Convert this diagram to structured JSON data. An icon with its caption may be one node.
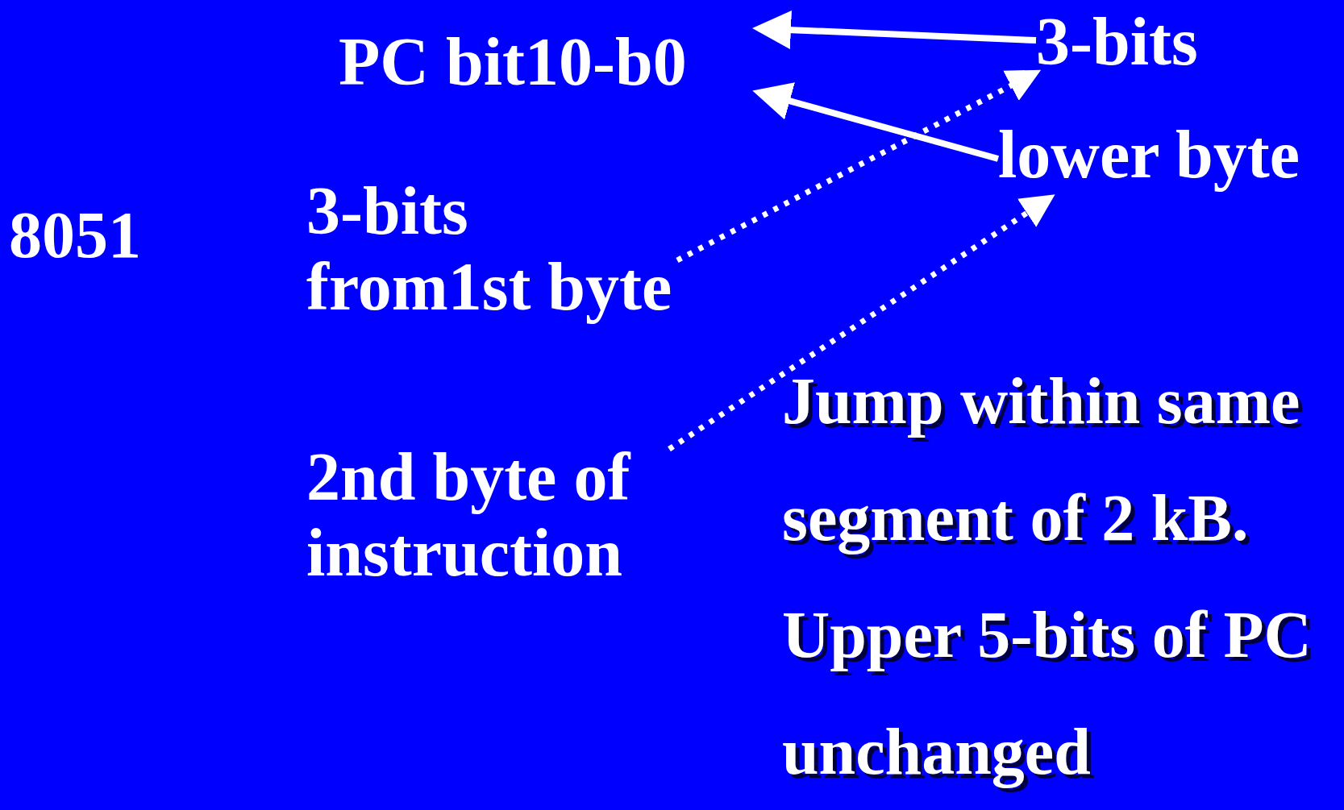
{
  "diagram": {
    "nodes": [
      {
        "text": [
          "PC bit10-b0"
        ]
      },
      {
        "text": [
          "3-bits"
        ]
      },
      {
        "text": [
          "lower byte"
        ]
      },
      {
        "text": [
          "3-bits from1st byte"
        ]
      },
      {
        "text": [
          "2nd byte of instruction"
        ]
      }
    ],
    "edges": [
      {
        "from": 1,
        "to": 0,
        "arrow": "to"
      },
      {
        "from": 2,
        "to": 0,
        "arrow": "to"
      },
      {
        "from": 3,
        "to": 1,
        "arrow": "to",
        "style": "dashed"
      },
      {
        "from": 4,
        "to": 2,
        "arrow": "to",
        "style": "dashed"
      }
    ],
    "labels": [
      "8051",
      "Jump within same segment of 2 kB.",
      "Upper 5-bits of PC unchanged"
    ]
  }
}
